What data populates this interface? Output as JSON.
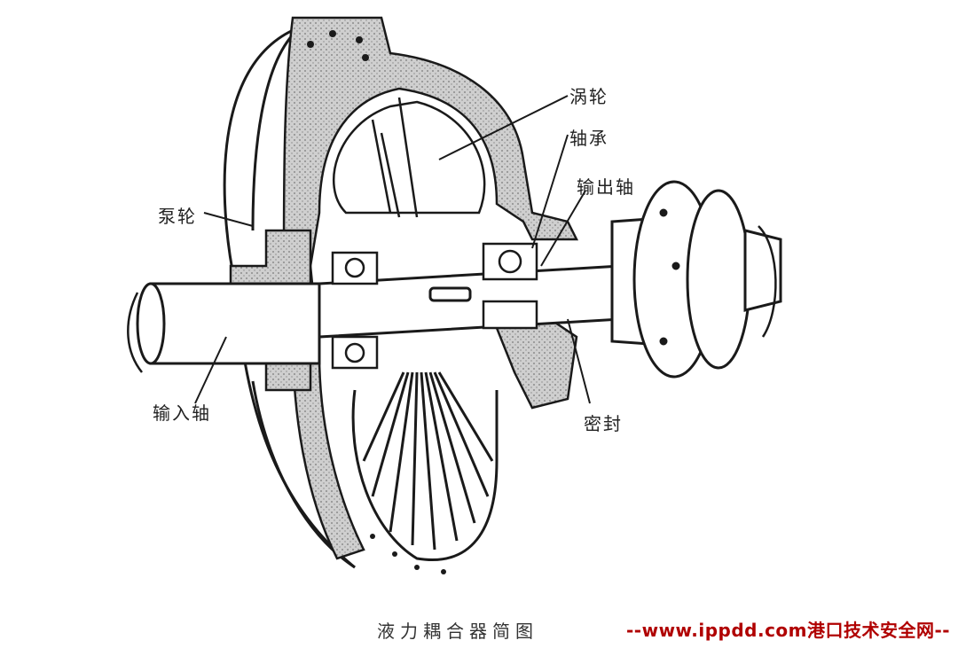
{
  "labels": {
    "turbine": "涡轮",
    "bearing": "轴承",
    "output_shaft": "输出轴",
    "pump_wheel": "泵轮",
    "input_shaft": "输入轴",
    "seal": "密封"
  },
  "caption": "液力耦合器简图",
  "watermark": "--www.ippdd.com港口技术安全网--",
  "colors": {
    "ink": "#1a1a1a",
    "hatch": "#9a9a9a",
    "watermark": "#b00000"
  }
}
